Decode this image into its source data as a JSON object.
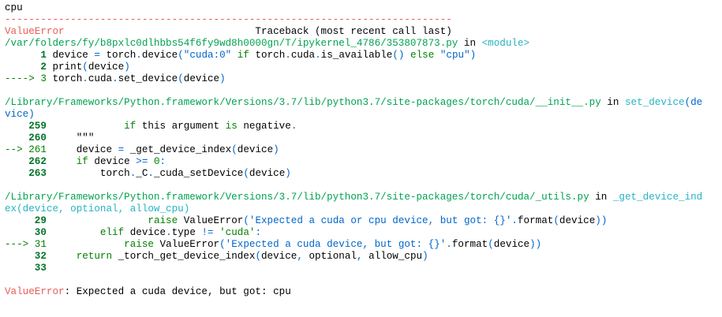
{
  "output": {
    "lines": [
      [
        [
          "cpu",
          "t"
        ]
      ],
      [
        [
          "---------------------------------------------------------------------------",
          "r"
        ]
      ],
      [
        [
          "ValueError",
          "r"
        ],
        [
          "                                Traceback (most recent call last)",
          "t"
        ]
      ],
      [
        [
          "/var/folders/fy/b8pxlc0dlhbbs54f6fy9wd8h0000gn/T/ipykernel_4786/353807873.py",
          "g"
        ],
        [
          " in ",
          "t"
        ],
        [
          "<module>",
          "c"
        ]
      ],
      [
        [
          "      1 ",
          "n"
        ],
        [
          "device ",
          "t"
        ],
        [
          "=",
          "b"
        ],
        [
          " torch",
          "t"
        ],
        [
          ".",
          "b"
        ],
        [
          "device",
          "t"
        ],
        [
          "(",
          "b"
        ],
        [
          "\"cuda:0\"",
          "b"
        ],
        [
          " if",
          "k"
        ],
        [
          " torch",
          "t"
        ],
        [
          ".",
          "b"
        ],
        [
          "cuda",
          "t"
        ],
        [
          ".",
          "b"
        ],
        [
          "is_available",
          "t"
        ],
        [
          "()",
          "b"
        ],
        [
          " else",
          "k"
        ],
        [
          " \"cpu\")",
          "b"
        ]
      ],
      [
        [
          "      2 ",
          "n"
        ],
        [
          "print",
          "t"
        ],
        [
          "(",
          "b"
        ],
        [
          "device",
          "t"
        ],
        [
          ")",
          "b"
        ]
      ],
      [
        [
          "----> 3 ",
          "k"
        ],
        [
          "torch",
          "t"
        ],
        [
          ".",
          "b"
        ],
        [
          "cuda",
          "t"
        ],
        [
          ".",
          "b"
        ],
        [
          "set_device",
          "t"
        ],
        [
          "(",
          "b"
        ],
        [
          "device",
          "t"
        ],
        [
          ")",
          "b"
        ]
      ],
      [
        [
          "",
          "t"
        ]
      ],
      [
        [
          "/Library/Frameworks/Python.framework/Versions/3.7/lib/python3.7/site-packages/torch/cuda/__init__.py",
          "g"
        ],
        [
          " in ",
          "t"
        ],
        [
          "set_device",
          "c"
        ],
        [
          "(de",
          "b"
        ]
      ],
      [
        [
          "vice)",
          "b"
        ]
      ],
      [
        [
          "    259 ",
          "n"
        ],
        [
          "            if",
          "k"
        ],
        [
          " this argument ",
          "t"
        ],
        [
          "is",
          "k"
        ],
        [
          " negative",
          "t"
        ],
        [
          ".",
          "b"
        ]
      ],
      [
        [
          "    260 ",
          "n"
        ],
        [
          "    \"\"\"",
          "t"
        ]
      ],
      [
        [
          "--> 261 ",
          "k"
        ],
        [
          "    device ",
          "t"
        ],
        [
          "=",
          "b"
        ],
        [
          " _get_device_index",
          "t"
        ],
        [
          "(",
          "b"
        ],
        [
          "device",
          "t"
        ],
        [
          ")",
          "b"
        ]
      ],
      [
        [
          "    262 ",
          "n"
        ],
        [
          "    if",
          "k"
        ],
        [
          " device ",
          "t"
        ],
        [
          ">=",
          "b"
        ],
        [
          " 0",
          "k"
        ],
        [
          ":",
          "b"
        ]
      ],
      [
        [
          "    263 ",
          "n"
        ],
        [
          "        torch",
          "t"
        ],
        [
          ".",
          "b"
        ],
        [
          "_C",
          "t"
        ],
        [
          ".",
          "b"
        ],
        [
          "_cuda_setDevice",
          "t"
        ],
        [
          "(",
          "b"
        ],
        [
          "device",
          "t"
        ],
        [
          ")",
          "b"
        ]
      ],
      [
        [
          "",
          "t"
        ]
      ],
      [
        [
          "/Library/Frameworks/Python.framework/Versions/3.7/lib/python3.7/site-packages/torch/cuda/_utils.py",
          "g"
        ],
        [
          " in ",
          "t"
        ],
        [
          "_get_device_ind",
          "c"
        ]
      ],
      [
        [
          "ex(device, optional, allow_cpu)",
          "c"
        ]
      ],
      [
        [
          "     29 ",
          "n"
        ],
        [
          "                raise",
          "k"
        ],
        [
          " ValueError",
          "t"
        ],
        [
          "('Expected a cuda or cpu device, but got: {}'.",
          "b"
        ],
        [
          "format",
          "t"
        ],
        [
          "(",
          "b"
        ],
        [
          "device",
          "t"
        ],
        [
          "))",
          "b"
        ]
      ],
      [
        [
          "     30 ",
          "n"
        ],
        [
          "        elif",
          "k"
        ],
        [
          " device",
          "t"
        ],
        [
          ".",
          "b"
        ],
        [
          "type ",
          "t"
        ],
        [
          "!=",
          "b"
        ],
        [
          " 'cuda'",
          "k"
        ],
        [
          ":",
          "b"
        ]
      ],
      [
        [
          "---> 31 ",
          "k"
        ],
        [
          "            raise",
          "k"
        ],
        [
          " ValueError",
          "t"
        ],
        [
          "('Expected a cuda device, but got: {}'.",
          "b"
        ],
        [
          "format",
          "t"
        ],
        [
          "(",
          "b"
        ],
        [
          "device",
          "t"
        ],
        [
          "))",
          "b"
        ]
      ],
      [
        [
          "     32 ",
          "n"
        ],
        [
          "    return",
          "k"
        ],
        [
          " _torch_get_device_index",
          "t"
        ],
        [
          "(",
          "b"
        ],
        [
          "device",
          "t"
        ],
        [
          ",",
          "b"
        ],
        [
          " optional",
          "t"
        ],
        [
          ",",
          "b"
        ],
        [
          " allow_cpu",
          "t"
        ],
        [
          ")",
          "b"
        ]
      ],
      [
        [
          "     33 ",
          "n"
        ]
      ],
      [
        [
          "",
          "t"
        ]
      ],
      [
        [
          "ValueError",
          "r"
        ],
        [
          ": Expected a cuda device, but got: cpu",
          "t"
        ]
      ]
    ]
  }
}
